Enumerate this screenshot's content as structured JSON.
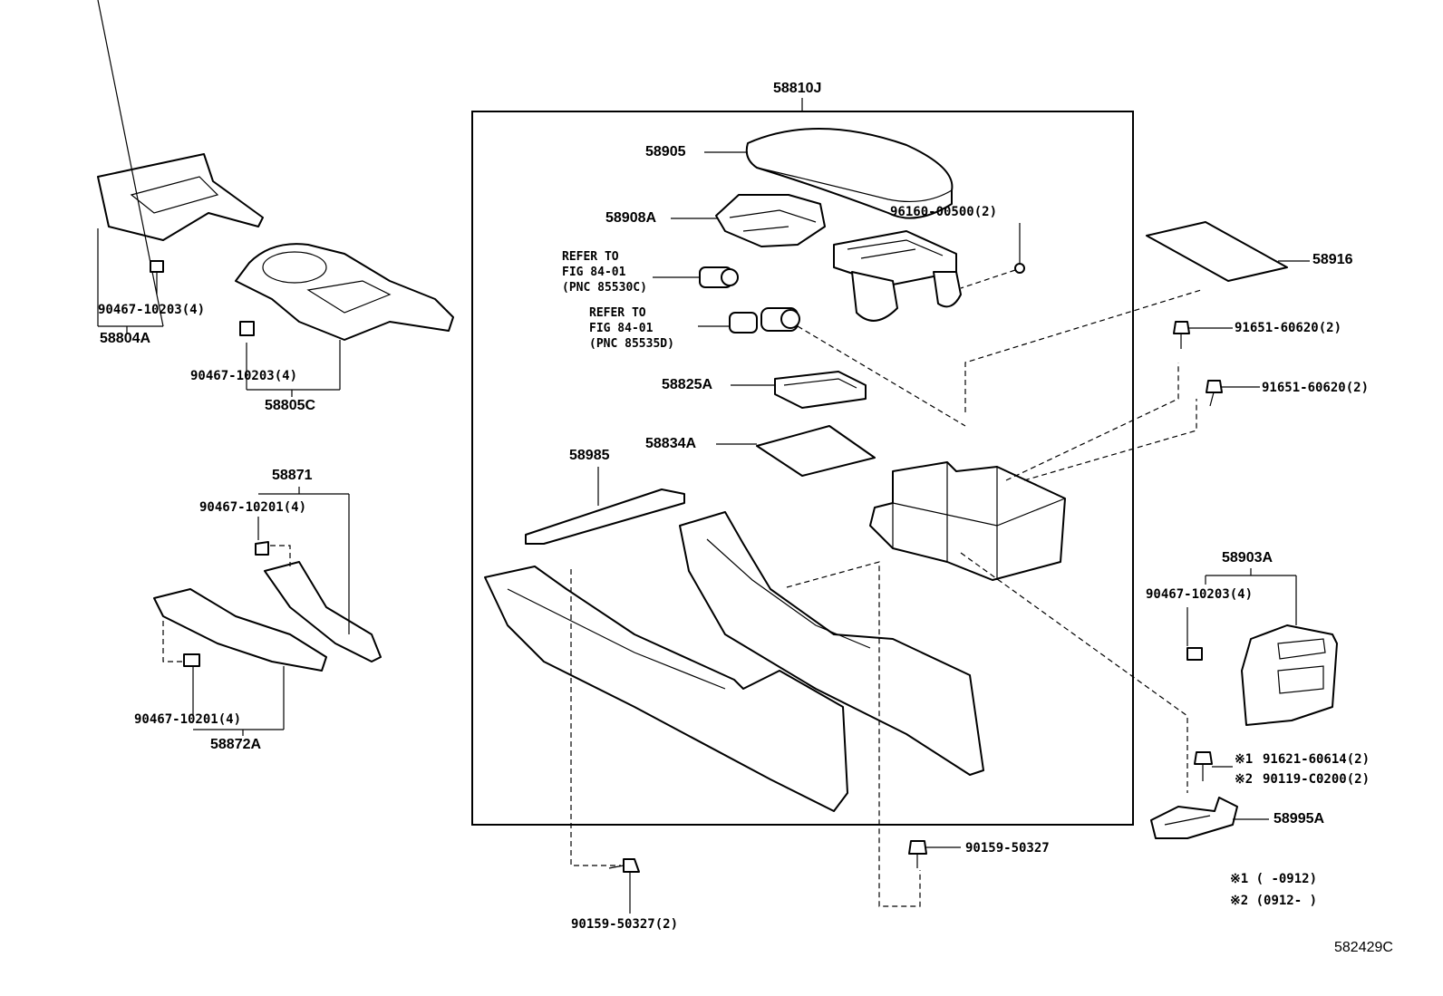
{
  "diagram": {
    "assembly_label": "58810J",
    "figure_id": "582429C",
    "parts": {
      "p58905": "58905",
      "p58908A": "58908A",
      "p96160": "96160-00500(2)",
      "p58916": "58916",
      "p91651a": "91651-60620(2)",
      "p91651b": "91651-60620(2)",
      "p58825A": "58825A",
      "p58834A": "58834A",
      "p58985": "58985",
      "p58804A": "58804A",
      "p90467_58804": "90467-10203(4)",
      "p58805C": "58805C",
      "p90467_58805": "90467-10203(4)",
      "p58871": "58871",
      "p90467_10201a": "90467-10201(4)",
      "p90467_10201b": "90467-10201(4)",
      "p58872A": "58872A",
      "p58903A": "58903A",
      "p90467_58903": "90467-10203(4)",
      "p91621": "91621-60614(2)",
      "p90119": "90119-C0200(2)",
      "p58995A": "58995A",
      "p90159a": "90159-50327",
      "p90159b": "90159-50327(2)"
    },
    "references": {
      "ref1": [
        "REFER TO",
        "FIG 84-01",
        "(PNC 85530C)"
      ],
      "ref2": [
        "REFER TO",
        "FIG 84-01",
        "(PNC 85535D)"
      ]
    },
    "notes": {
      "mark1": "※1",
      "mark2": "※2",
      "note1": "※1 (   -0912)",
      "note2": "※2 (0912-   )"
    }
  }
}
